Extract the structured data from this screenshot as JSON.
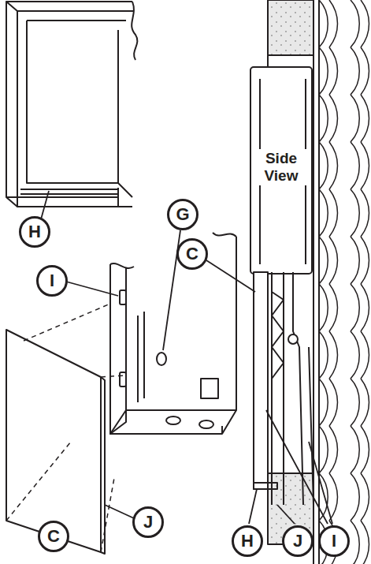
{
  "diagram": {
    "nodes": [
      {
        "text": [
          "G"
        ]
      },
      {
        "text": [
          "H"
        ]
      },
      {
        "text": [
          "C"
        ]
      },
      {
        "text": [
          "I"
        ]
      },
      {
        "text": [
          "J"
        ]
      },
      {
        "text": [
          "C"
        ]
      },
      {
        "text": [
          "H"
        ]
      },
      {
        "text": [
          "J"
        ]
      },
      {
        "text": [
          "I"
        ]
      }
    ],
    "labels": [
      "Side View"
    ]
  }
}
